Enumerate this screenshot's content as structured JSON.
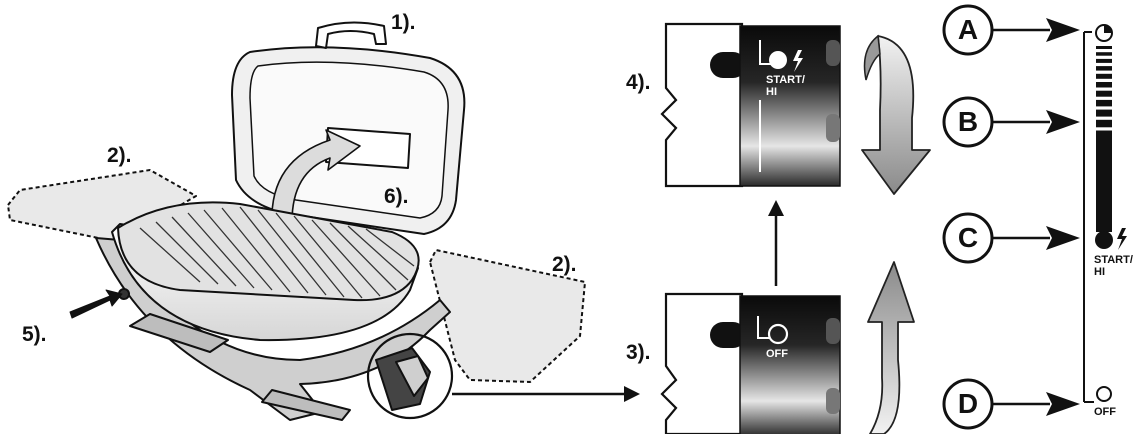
{
  "callouts": {
    "lid_handle": "1).",
    "side_table_left": "2).",
    "side_table_right": "2).",
    "knob_off": "3).",
    "knob_start": "4).",
    "igniter_button": "5).",
    "lid_label": "6)."
  },
  "knob": {
    "start_label_line1": "START/",
    "start_label_line2": "HI",
    "off_label": "OFF"
  },
  "scale": {
    "letters": [
      "A",
      "B",
      "C",
      "D"
    ],
    "start_label_line1": "START/",
    "start_label_line2": "HI",
    "off_label": "OFF"
  }
}
